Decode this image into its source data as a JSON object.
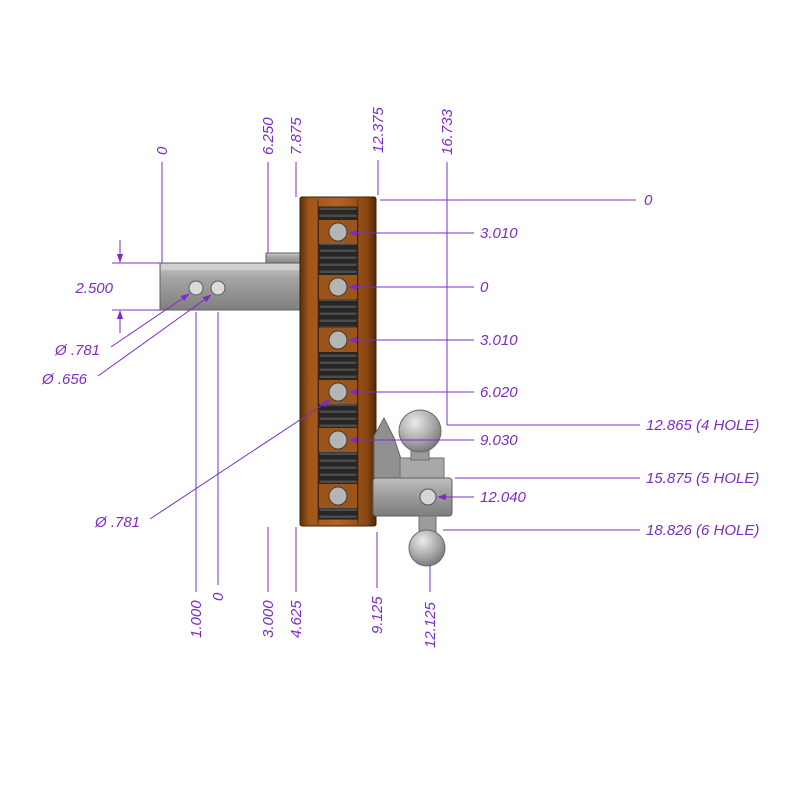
{
  "title": "Adjustable drop hitch side-view dimension drawing",
  "colors": {
    "dimension_purple": "#7b2cc8",
    "channel_brown": "#9a5418",
    "metal_gray": "#9e9e9e",
    "rib_dark": "#2a2a2a",
    "background": "#ffffff"
  },
  "dims": {
    "top": [
      "0",
      "6.250",
      "7.875",
      "12.375",
      "16.733"
    ],
    "right": [
      "0",
      "3.010",
      "0",
      "3.010",
      "6.020",
      "12.865 (4 HOLE)",
      "9.030",
      "15.875 (5 HOLE)",
      "12.040",
      "18.826 (6 HOLE)"
    ],
    "left": [
      "2.500",
      "Ø .781",
      "Ø .656",
      "Ø .781"
    ],
    "bottom": [
      "1.000",
      "0",
      "3.000",
      "4.625",
      "9.125",
      "12.125"
    ]
  }
}
